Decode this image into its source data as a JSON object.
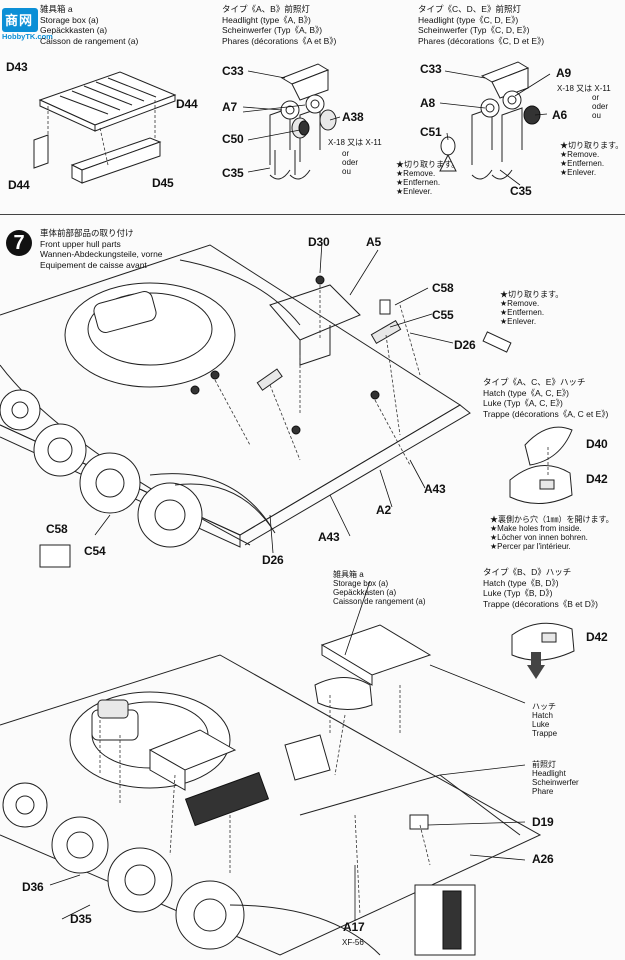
{
  "watermark": {
    "logo_text": "商网",
    "site_text": "HobbyTK.com"
  },
  "section_top": {
    "storage_box": {
      "jp": "雑具箱 a",
      "en": "Storage box (a)",
      "de": "Gepäckkasten (a)",
      "fr": "Caisson de rangement (a)"
    },
    "headlight_ab": {
      "jp": "タイプ《A、B》前照灯",
      "en": "Headlight (type《A, B》)",
      "de": "Scheinwerfer (Typ《A, B》)",
      "fr": "Phares (décorations《A et B》)"
    },
    "headlight_cde": {
      "jp": "タイプ《C、D、E》前照灯",
      "en": "Headlight (type《C, D, E》)",
      "de": "Scheinwerfer (Typ《C, D, E》)",
      "fr": "Phares (décorations《C, D et E》)"
    },
    "parts_box": [
      "D43",
      "D44",
      "D44",
      "D45"
    ],
    "parts_ab": [
      "C33",
      "A7",
      "A38",
      "C50",
      "C35"
    ],
    "parts_cde": [
      "C33",
      "A9",
      "A8",
      "A6",
      "C51",
      "C35"
    ],
    "paint_ab": {
      "code": "X-18",
      "or": "又は X-11",
      "alt": "or\noder\nou"
    },
    "paint_cde": {
      "code": "X-18",
      "or": "又は X-11",
      "alt": "or\noder\nou"
    },
    "remove_ab": {
      "jp": "★切り取ります。",
      "en": "★Remove.",
      "de": "★Entfernen.",
      "fr": "★Enlever."
    },
    "remove_cde": {
      "jp": "★切り取ります。",
      "en": "★Remove.",
      "de": "★Entfernen.",
      "fr": "★Enlever."
    }
  },
  "step7": {
    "number": "7",
    "title_jp": "車体前部部品の取り付け",
    "title_en": "Front upper hull parts",
    "title_de": "Wannen-Abdeckungsteile, vorne",
    "title_fr": "Equipement de caisse avant",
    "parts_upper": [
      "D30",
      "A5",
      "C58",
      "C55",
      "D26",
      "C58",
      "C54",
      "D26",
      "A43",
      "A43",
      "A2"
    ],
    "remove_note": {
      "jp": "★切り取ります。",
      "en": "★Remove.",
      "de": "★Entfernen.",
      "fr": "★Enlever."
    },
    "hatch_ace": {
      "jp": "タイプ《A、C、E》ハッチ",
      "en": "Hatch (type《A, C, E》)",
      "de": "Luke (Typ《A, C, E》)",
      "fr": "Trappe (décorations《A, C et E》)"
    },
    "hatch_ace_parts": [
      "D40",
      "D42"
    ],
    "holes_note": {
      "jp": "★裏側から穴（1㎜）を開けます。",
      "en": "★Make holes from inside.",
      "de": "★Löcher von innen bohren.",
      "fr": "★Percer par l'intérieur."
    },
    "hatch_bd": {
      "jp": "タイプ《B、D》ハッチ",
      "en": "Hatch (type《B, D》)",
      "de": "Luke (Typ《B, D》)",
      "fr": "Trappe (décorations《B et D》)"
    },
    "hatch_bd_parts": [
      "D42"
    ],
    "storage_box": {
      "jp": "雑具箱 a",
      "en": "Storage box (a)",
      "de": "Gepäckkasten (a)",
      "fr": "Caisson de rangement (a)"
    },
    "hatch_label": {
      "jp": "ハッチ",
      "en": "Hatch",
      "de": "Luke",
      "fr": "Trappe"
    },
    "headlight_label": {
      "jp": "前照灯",
      "en": "Headlight",
      "de": "Scheinwerfer",
      "fr": "Phare"
    },
    "parts_lower": [
      "D19",
      "A26",
      "D36",
      "D35",
      "A17"
    ],
    "paint_a17": "XF-56"
  }
}
